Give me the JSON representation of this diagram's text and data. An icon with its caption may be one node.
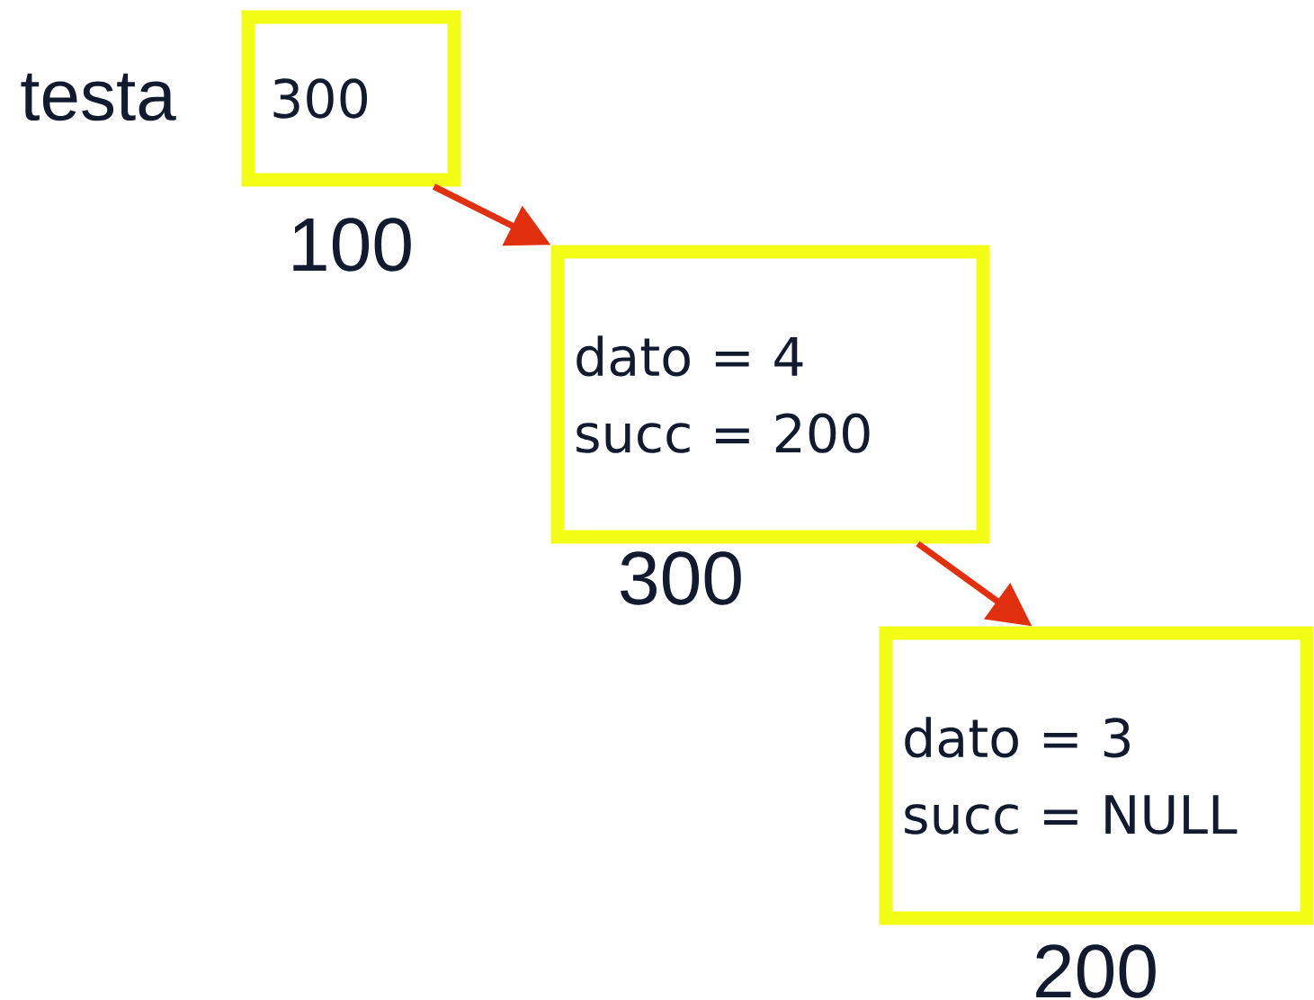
{
  "diagram": {
    "nodes": [
      {
        "text": [
          "300"
        ],
        "beside": [
          "100"
        ]
      },
      {
        "text": [
          "dato = 4",
          "succ = 200"
        ],
        "beside": [
          "300"
        ]
      },
      {
        "text": [
          "dato = 3",
          "succ = NULL"
        ],
        "beside": [
          "200"
        ]
      }
    ],
    "edges": [
      {
        "from": 0,
        "to": 1,
        "arrow": "to"
      },
      {
        "from": 1,
        "to": 2,
        "arrow": "to"
      }
    ],
    "labels": [
      "testa"
    ]
  }
}
